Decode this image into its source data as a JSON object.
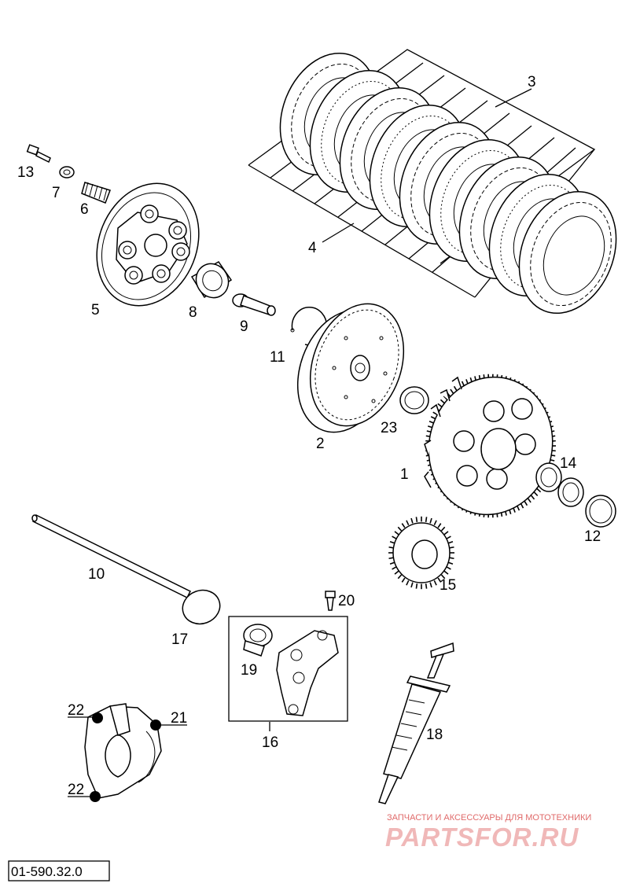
{
  "labels": {
    "p1": "1",
    "p2": "2",
    "p3": "3",
    "p4": "4",
    "p5": "5",
    "p6": "6",
    "p7": "7",
    "p8": "8",
    "p9": "9",
    "p10": "10",
    "p11": "11",
    "p12": "12",
    "p13": "13",
    "p14": "14",
    "p15": "15",
    "p16": "16",
    "p17": "17",
    "p18": "18",
    "p19": "19",
    "p20": "20",
    "p21": "21",
    "p22a": "22",
    "p22b": "22",
    "p23": "23"
  },
  "watermark": {
    "subtitle": "ЗАПЧАСТИ И АКСЕССУАРЫ ДЛЯ МОТОТЕХНИКИ",
    "brand": "PARTSFOR.RU"
  },
  "drawing_code": "01-590.32.0"
}
